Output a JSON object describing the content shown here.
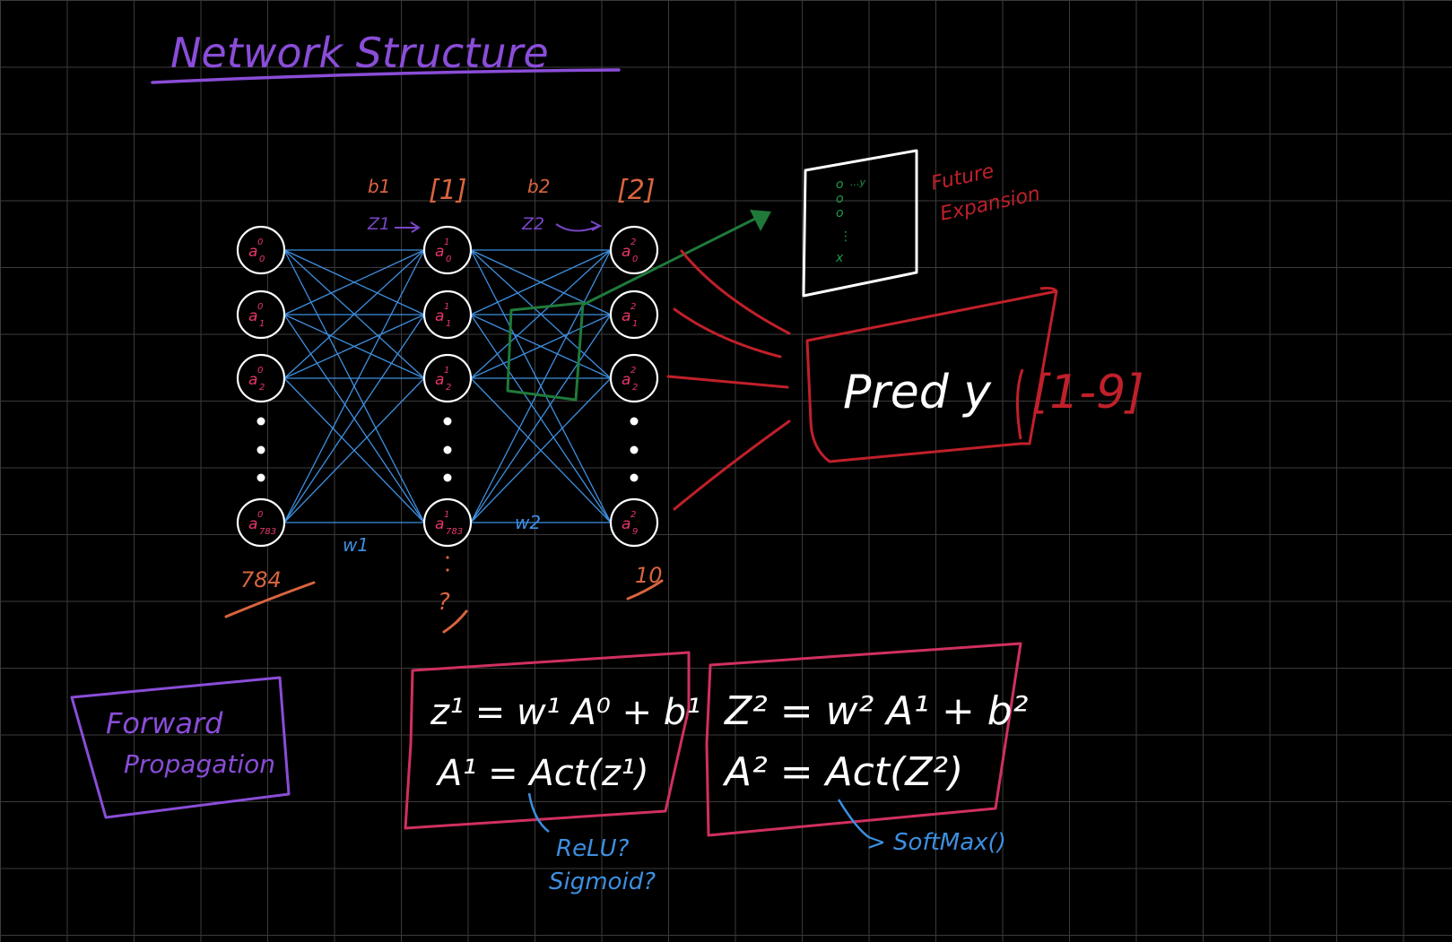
{
  "title": "Network Structure",
  "layers": [
    {
      "count_label": "784",
      "bias": "",
      "z_label": "",
      "bracket": "",
      "nodes": [
        {
          "sup": "0",
          "sub": "0"
        },
        {
          "sup": "0",
          "sub": "1"
        },
        {
          "sup": "0",
          "sub": "2"
        },
        {
          "sup": "0",
          "sub": "783"
        }
      ]
    },
    {
      "count_label": "?",
      "bias": "b1",
      "z_label": "Z1",
      "bracket": "[1]",
      "nodes": [
        {
          "sup": "1",
          "sub": "0"
        },
        {
          "sup": "1",
          "sub": "1"
        },
        {
          "sup": "1",
          "sub": "2"
        },
        {
          "sup": "1",
          "sub": "783"
        }
      ]
    },
    {
      "count_label": "10",
      "bias": "b2",
      "z_label": "Z2",
      "bracket": "[2]",
      "nodes": [
        {
          "sup": "2",
          "sub": "0"
        },
        {
          "sup": "2",
          "sub": "1"
        },
        {
          "sup": "2",
          "sub": "2"
        },
        {
          "sup": "2",
          "sub": "9"
        }
      ]
    }
  ],
  "node_letter": "a",
  "weights": [
    "w1",
    "w2"
  ],
  "prediction": {
    "label": "Pred y",
    "range": "[1-9]"
  },
  "future": {
    "label_line1": "Future",
    "label_line2": "Expansion",
    "col": [
      "o",
      "o",
      "o",
      "x"
    ],
    "dots": "...y"
  },
  "forward": {
    "line1": "Forward",
    "line2": "Propagation"
  },
  "equations": {
    "layer1": {
      "z": "z¹ = w¹ A⁰ + b¹",
      "a": "A¹ = Act(z¹)",
      "note1": "ReLU?",
      "note2": "Sigmoid?"
    },
    "layer2": {
      "z": "Z² = w² A¹ + b²",
      "a": "A² = Act(Z²)",
      "note": "> SoftMax()"
    }
  },
  "colors": {
    "title": "#8a4dd8",
    "edge": "#3d8fe0",
    "node_text": "#e8366b",
    "red": "#c0202a",
    "orange": "#d9643f",
    "green": "#1f7a3a",
    "pink": "#d0305f",
    "blue": "#3d8fe0",
    "white": "#ffffff"
  }
}
